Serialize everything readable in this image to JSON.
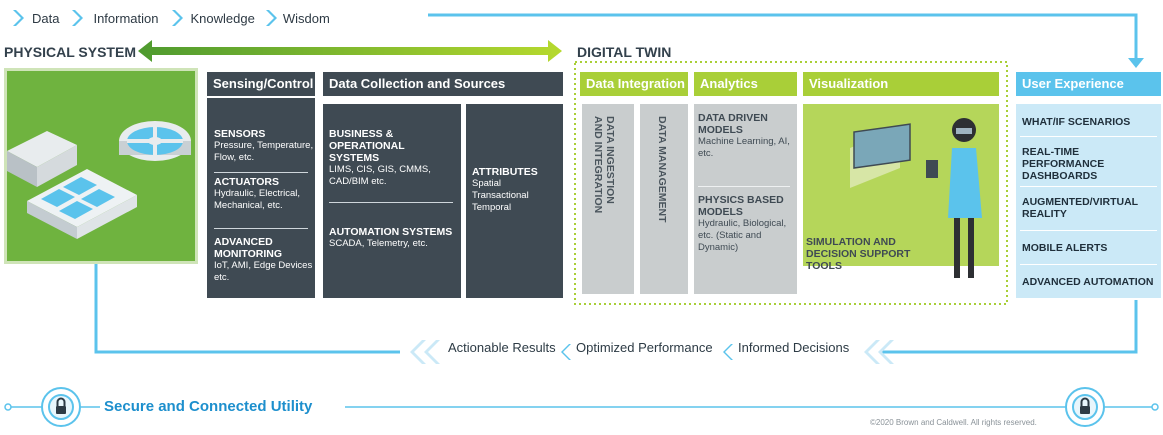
{
  "breadcrumb": [
    "Data",
    "Information",
    "Knowledge",
    "Wisdom"
  ],
  "physical_system": "PHYSICAL SYSTEM",
  "digital_twin": "DIGITAL TWIN",
  "sensing": {
    "title": "Sensing/Control",
    "sensors_title": "SENSORS",
    "sensors_sub": "Pressure, Temperature, Flow, etc.",
    "actuators_title": "ACTUATORS",
    "actuators_sub": "Hydraulic, Electrical, Mechanical, etc.",
    "monitoring_title": "ADVANCED MONITORING",
    "monitoring_sub": "IoT, AMI, Edge Devices etc."
  },
  "data_collection": {
    "title": "Data Collection and Sources",
    "business_title": "BUSINESS & OPERATIONAL SYSTEMS",
    "business_sub": "LIMS, CIS, GIS, CMMS, CAD/BIM etc.",
    "automation_title": "AUTOMATION SYSTEMS",
    "automation_sub": "SCADA, Telemetry, etc.",
    "attributes_title": "ATTRIBUTES",
    "attributes_sub": "Spatial Transactional Temporal"
  },
  "data_integration": {
    "title": "Data Integration",
    "col1": "DATA INGESTION AND INTEGRATION",
    "col2": "DATA MANAGEMENT"
  },
  "analytics": {
    "title": "Analytics",
    "driven_title": "DATA DRIVEN MODELS",
    "driven_sub": "Machine Learning, AI, etc.",
    "physics_title": "PHYSICS BASED MODELS",
    "physics_sub": "Hydraulic, Biological, etc. (Static and Dynamic)"
  },
  "visualization": {
    "title": "Visualization",
    "caption": "SIMULATION AND DECISION SUPPORT TOOLS"
  },
  "user_experience": {
    "title": "User Experience",
    "items": [
      "WHAT/IF SCENARIOS",
      "REAL-TIME PERFORMANCE DASHBOARDS",
      "AUGMENTED/VIRTUAL REALITY",
      "MOBILE ALERTS",
      "ADVANCED AUTOMATION"
    ]
  },
  "feedback": [
    "Actionable Results",
    "Optimized Performance",
    "Informed Decisions"
  ],
  "footer_title": "Secure and Connected Utility",
  "copyright": "©2020 Brown and Caldwell. All rights reserved.",
  "colors": {
    "blue": "#5bc3ec",
    "green": "#a9cf38",
    "dark": "#3f4a53",
    "ux": "#cbe9f7"
  }
}
